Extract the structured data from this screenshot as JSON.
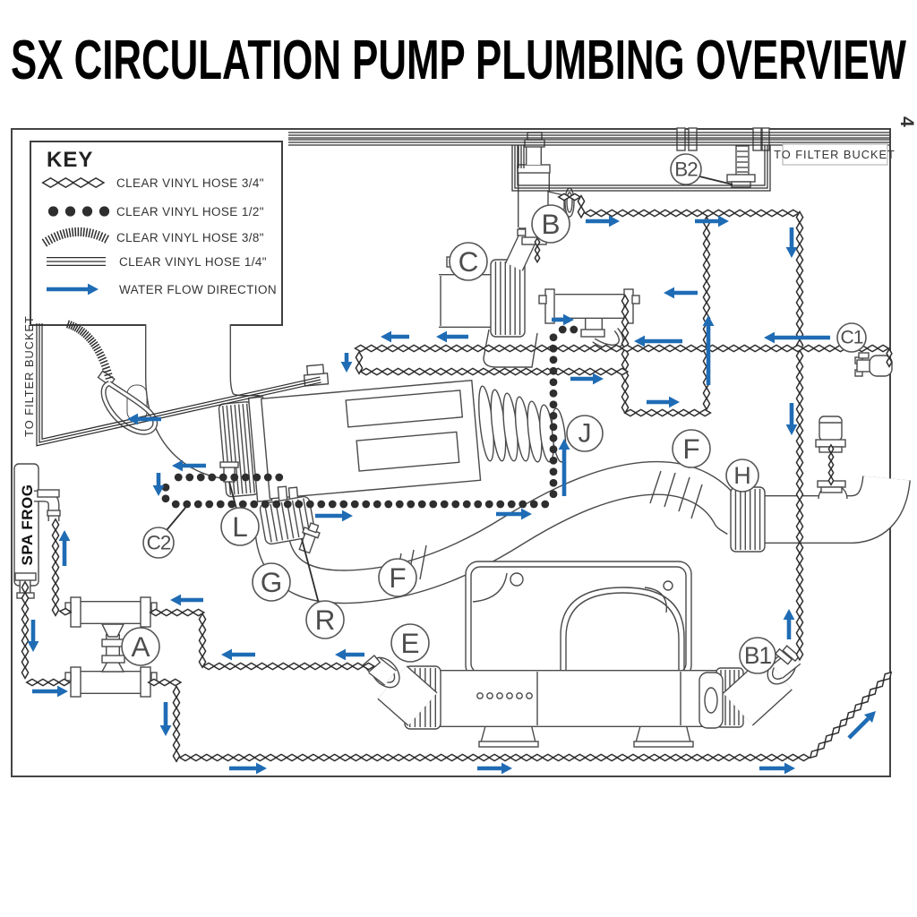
{
  "title": "SX CIRCULATION PUMP PLUMBING OVERVIEW",
  "page_number": "4",
  "key": {
    "heading": "KEY",
    "items": [
      {
        "id": "hose-3-4",
        "swatch": "diamond-hose",
        "label": "CLEAR VINYL HOSE 3/4\""
      },
      {
        "id": "hose-1-2",
        "swatch": "dot-hose",
        "label": "CLEAR VINYL HOSE 1/2\""
      },
      {
        "id": "hose-3-8",
        "swatch": "hatch-hose",
        "label": "CLEAR VINYL HOSE 3/8\""
      },
      {
        "id": "hose-1-4",
        "swatch": "line-hose",
        "label": "CLEAR VINYL HOSE 1/4\""
      },
      {
        "id": "flow",
        "swatch": "flow-arrow",
        "label": "WATER FLOW DIRECTION"
      }
    ]
  },
  "annotations": {
    "to_filter_bucket_top": "TO FILTER BUCKET",
    "to_filter_bucket_left": "TO FILTER BUCKET",
    "spa_frog": "SPA FROG"
  },
  "component_labels": [
    {
      "id": "A",
      "text": "A"
    },
    {
      "id": "B",
      "text": "B"
    },
    {
      "id": "B1",
      "text": "B1"
    },
    {
      "id": "B2",
      "text": "B2"
    },
    {
      "id": "C",
      "text": "C"
    },
    {
      "id": "C1",
      "text": "C1"
    },
    {
      "id": "C2",
      "text": "C2"
    },
    {
      "id": "E",
      "text": "E"
    },
    {
      "id": "F1",
      "text": "F"
    },
    {
      "id": "F2",
      "text": "F"
    },
    {
      "id": "G",
      "text": "G"
    },
    {
      "id": "H",
      "text": "H"
    },
    {
      "id": "J",
      "text": "J"
    },
    {
      "id": "L",
      "text": "L"
    },
    {
      "id": "R",
      "text": "R"
    }
  ],
  "colors": {
    "flow_arrow": "#1f6cb5",
    "line": "#4a4a4a",
    "hose": "#2e2e2e",
    "background": "#ffffff"
  }
}
